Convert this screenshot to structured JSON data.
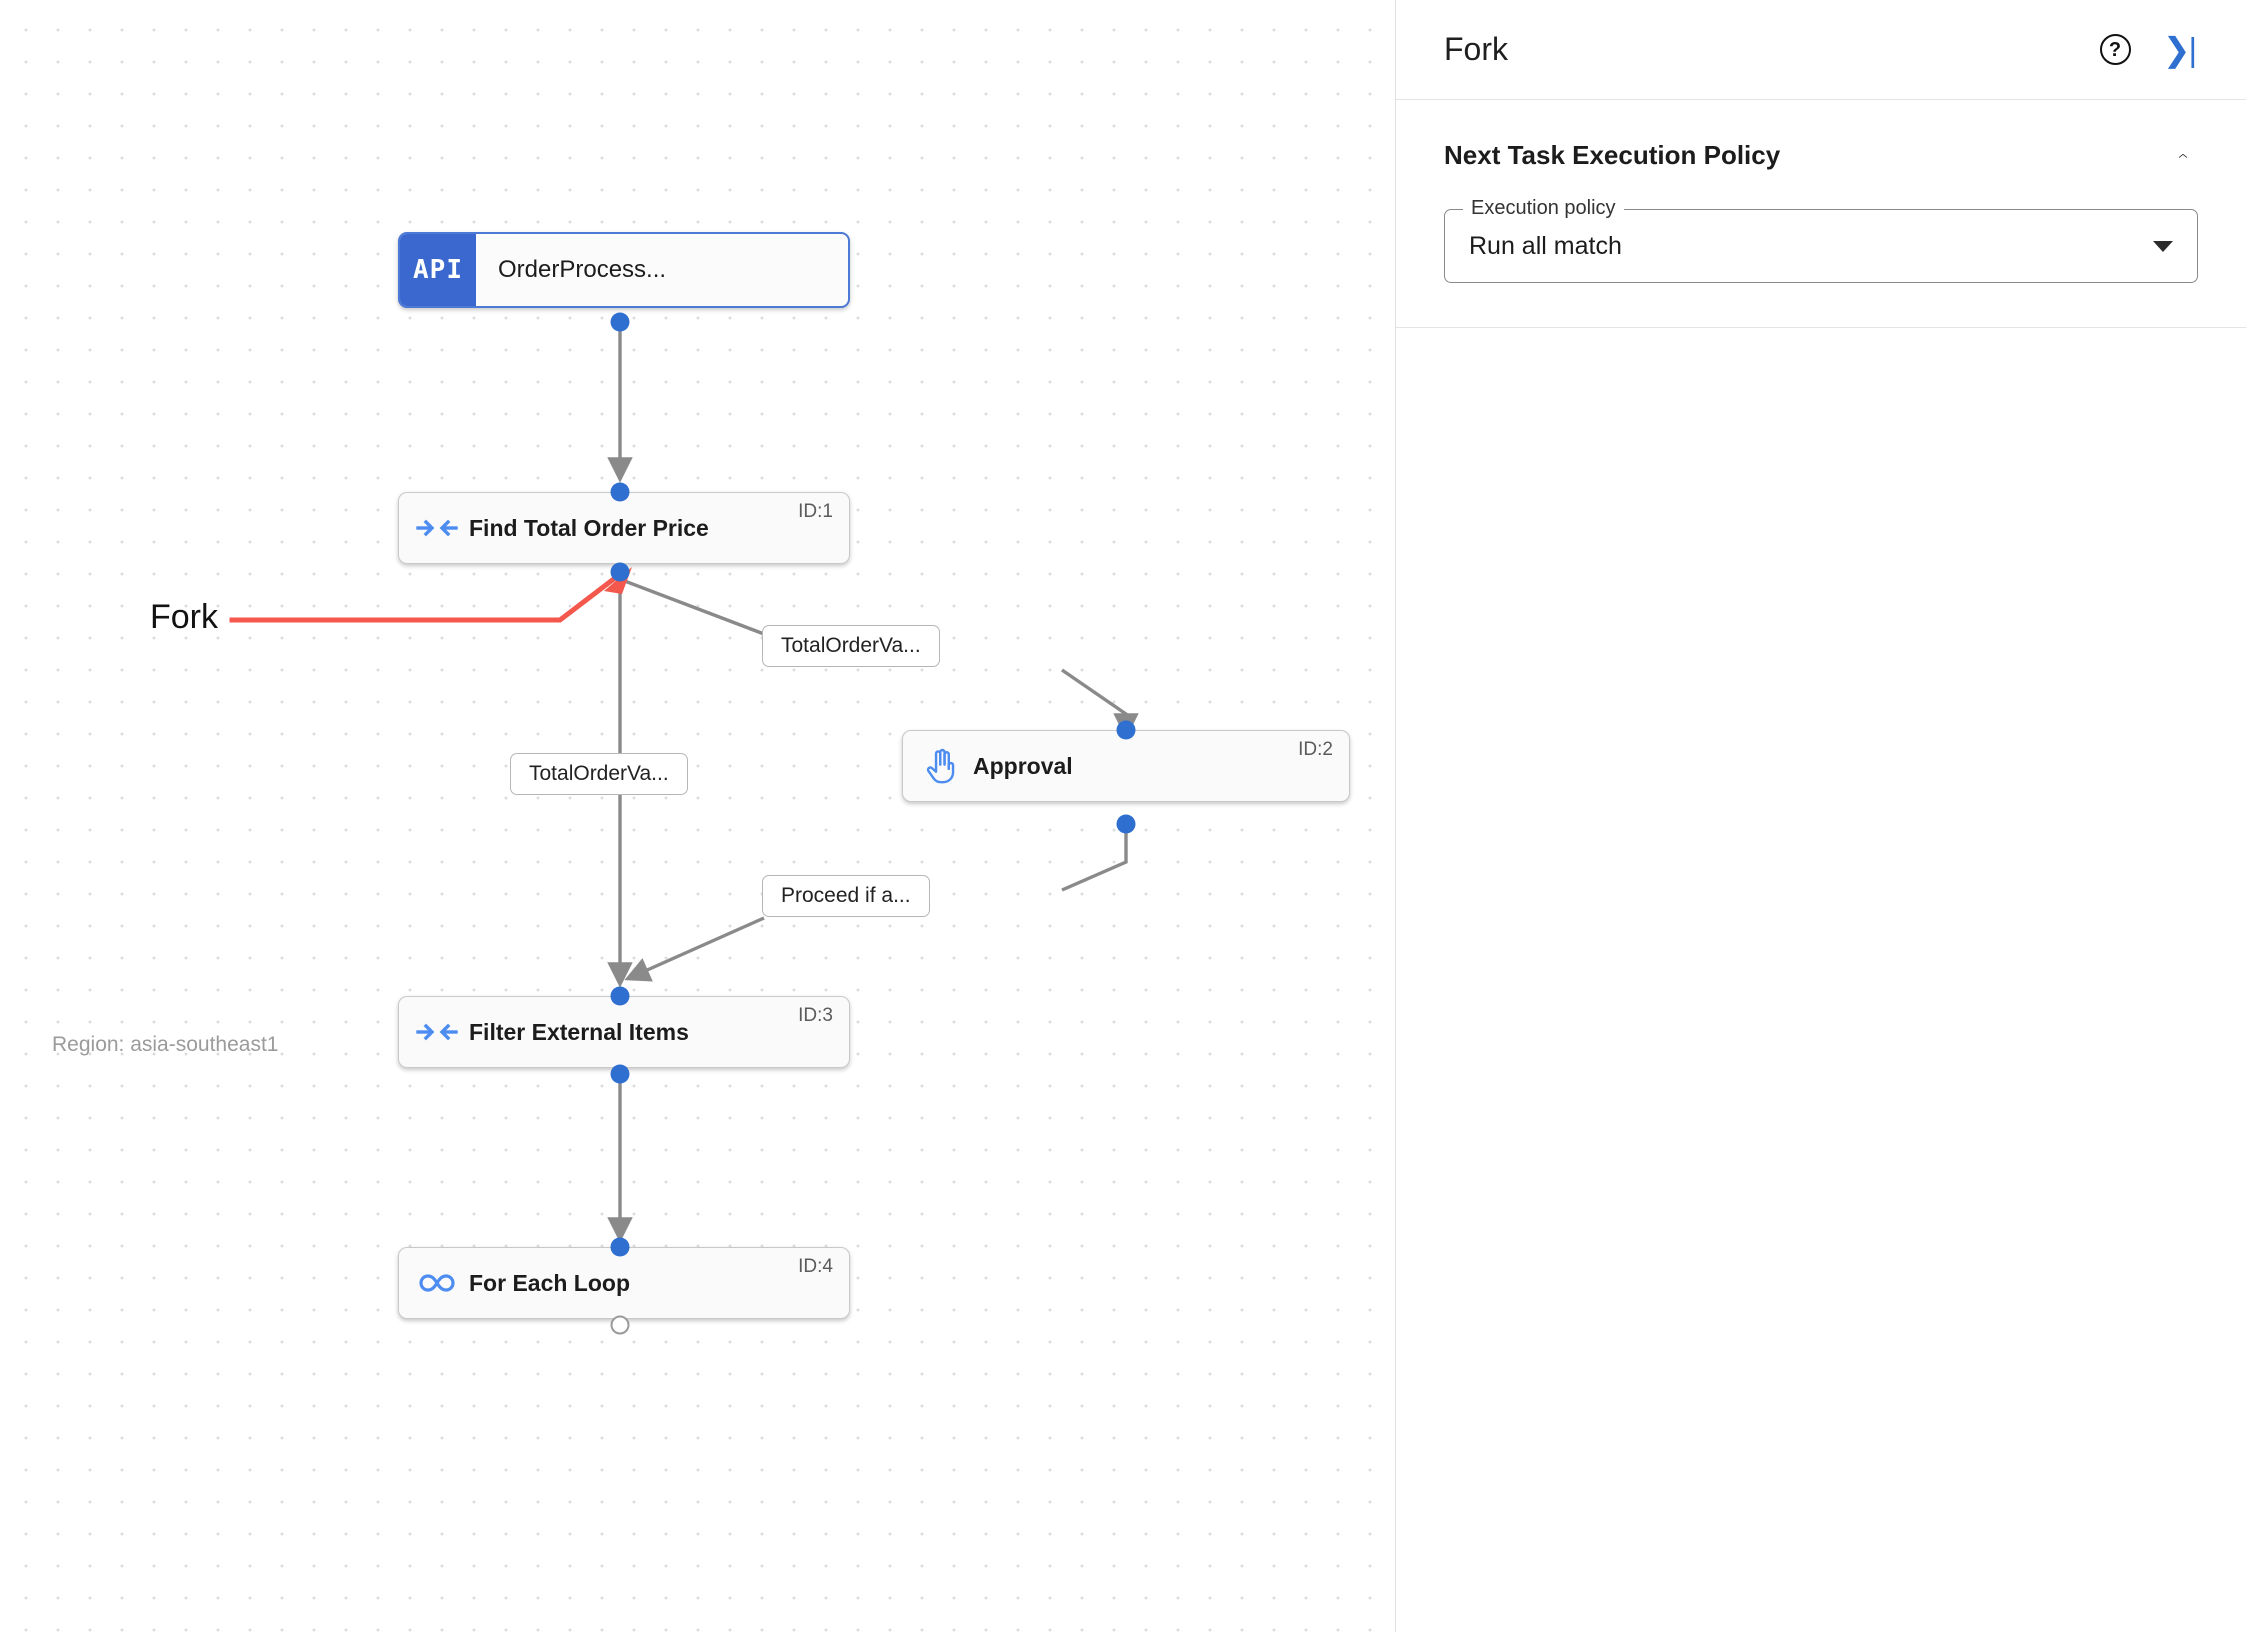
{
  "canvas": {
    "region_label": "Region: asia-southeast1",
    "annotation": {
      "label": "Fork",
      "color": "#f4574b"
    },
    "nodes": [
      {
        "key": "order_process",
        "title": "OrderProcess...",
        "badge": "API",
        "id_label": "",
        "icon": "api-badge",
        "selected": true
      },
      {
        "key": "find_total",
        "title": "Find Total Order Price",
        "id_label": "ID:1",
        "icon": "filter-converge-icon"
      },
      {
        "key": "approval",
        "title": "Approval",
        "id_label": "ID:2",
        "icon": "hand-icon"
      },
      {
        "key": "filter_external",
        "title": "Filter External Items",
        "id_label": "ID:3",
        "icon": "filter-converge-icon"
      },
      {
        "key": "for_each_loop",
        "title": "For Each Loop",
        "id_label": "ID:4",
        "icon": "infinity-loop-icon"
      }
    ],
    "edge_labels": [
      {
        "key": "cond_to_approval",
        "text": "TotalOrderVa..."
      },
      {
        "key": "cond_straight",
        "text": "TotalOrderVa..."
      },
      {
        "key": "cond_proceed",
        "text": "Proceed if a..."
      }
    ],
    "colors": {
      "port": "#2f6fd0",
      "edge": "#7d7d7d",
      "node_border": "#c9c9c9",
      "api_badge": "#3a68cf",
      "icon_blue": "#4d8cf0"
    }
  },
  "panel": {
    "title": "Fork",
    "help_icon": "?",
    "collapse_icon": "❯|",
    "section": {
      "title": "Next Task Execution Policy",
      "chevron": "⌃",
      "field": {
        "legend": "Execution policy",
        "value": "Run all match"
      }
    }
  }
}
